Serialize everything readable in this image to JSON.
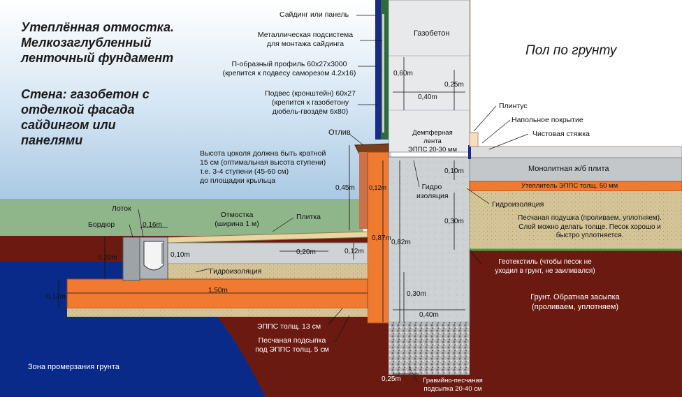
{
  "title_lines": [
    "Утеплённая отмостка.",
    "Мелкозаглубленный",
    "ленточный фундамент"
  ],
  "subtitle_lines": [
    "Стена: газобетон с",
    "отделкой фасада",
    "сайдингом или",
    "панелями"
  ],
  "floor_title": "Пол по грунту",
  "labels": {
    "siding": "Сайдинг или панель",
    "subsystem": [
      "Металлическая подсистема",
      "для монтажа сайдинга"
    ],
    "profile": [
      "П-образный профиль 60x27x3000",
      "(крепится к подвесу саморезом 4.2x16)"
    ],
    "bracket": [
      "Подвес (кронштейн) 60x27",
      "(крепится к газобетону",
      "дюбель-гвоздём 6x80)"
    ],
    "drip": "Отлив",
    "plinth_height": [
      "Высота цоколя должна быть кратной",
      "15 cм (оптимальная высота ступени)",
      "т.е. 3-4 ступени (45-60 см)",
      "до площадки крыльца"
    ],
    "tray": "Лоток",
    "border": "Бордюр",
    "blind_area": [
      "Отмостка",
      "(ширина 1 м)"
    ],
    "tile": "Плитка",
    "waterproof_low": "Гидроизоляция",
    "gazobeton": "Газобетон",
    "skirting": "Плинтус",
    "floor_cover": "Напольное покрытие",
    "screed": "Чистовая стяжка",
    "damper": [
      "Демпферная",
      "лента",
      "ЭППС 20-30 мм"
    ],
    "slab": "Монолитная ж/б плита",
    "insulation": "Утеплитель ЭППС толщ. 50 мм",
    "hydro_iso": [
      "Гидро",
      "изоляция"
    ],
    "waterproof_right": "Гидроизоляция",
    "sand_cushion": [
      "Песчаная подушка (проливаем, уплотняем).",
      "Слой можно делать толще. Песок хорошо и",
      "быстро уплотняется."
    ],
    "geotextile": [
      "Геотекстиль (чтобы песок не",
      "уходил в грунт, не заиливался)"
    ],
    "soil": [
      "Грунт. Обратная засыпка",
      "(проливаем, уплотняем)"
    ],
    "epps13": "ЭППС толщ. 13 см",
    "sand_under": [
      "Песчаная подсыпка",
      "под ЭППС толщ. 5 см"
    ],
    "freeze": "Зона промерзания грунта",
    "gravel": [
      "Гравийно-песчаная",
      "подсыпка 20-40 см"
    ]
  },
  "dims": {
    "d060": "0,60m",
    "d025": "0,25m",
    "d040a": "0,40m",
    "d045": "0,45m",
    "d012a": "0,12m",
    "d087": "0,87m",
    "d082": "0,82m",
    "d010a": "0,10m",
    "d030a": "0,30m",
    "d030b": "0,30m",
    "d040b": "0,40m",
    "d025b": "0,25m",
    "d016": "0,16m",
    "d020a": "0,20m",
    "d010b": "0,10m",
    "d020b": "0,20m",
    "d012b": "0,12m",
    "d013": "0,13m",
    "d150": "1,50m"
  },
  "colors": {
    "sky_top": "#b8d4ea",
    "grass": "#8fb58a",
    "frost_zone": "#0a2a8a",
    "soil": "#6b1a12",
    "epps": "#f07a30",
    "concrete": "#c9cdd1",
    "sand": "#d8c69a"
  }
}
